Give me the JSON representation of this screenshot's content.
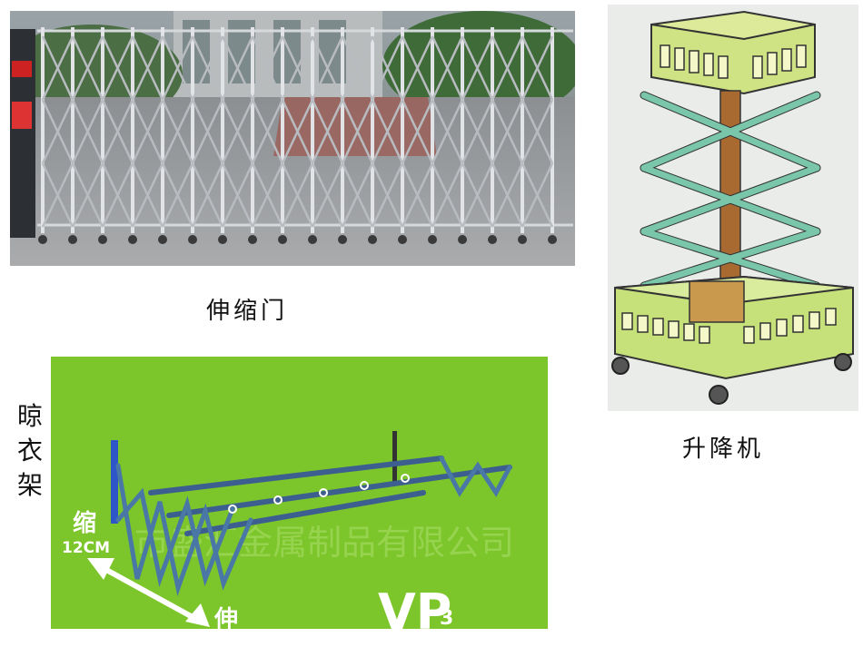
{
  "captions": {
    "gate": "伸缩门",
    "lift": "升降机",
    "rack": [
      "晾",
      "衣",
      "架"
    ]
  },
  "rack_image": {
    "label_shrink": "缩",
    "label_size": "12CM",
    "label_extend": "伸",
    "watermark": "市盛汇金属制品有限公司",
    "model": "VP",
    "model_sub": "3"
  },
  "colors": {
    "rack_bg": "#7cc52a",
    "lift_frame": "#c6e07a",
    "lift_scissor": "#6fbfa4",
    "lift_pole": "#a0612c",
    "gate_metal": "#c9ccd0"
  }
}
